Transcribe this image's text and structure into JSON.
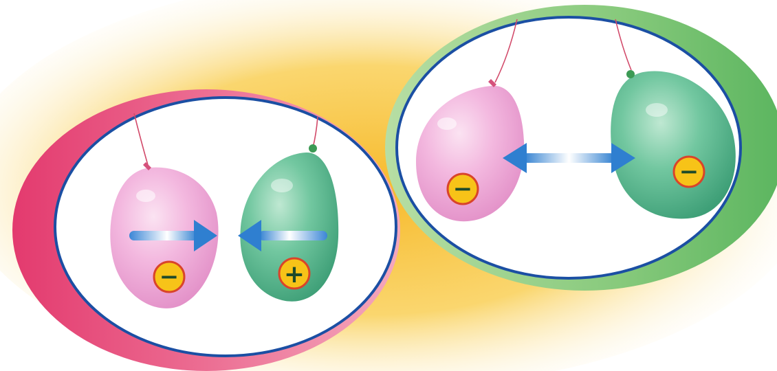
{
  "scenes": [
    {
      "name": "attraction",
      "ring_color": "#e8567f",
      "border_color": "#1b4fa3",
      "balloons": [
        {
          "color": "pink",
          "charge": "−"
        },
        {
          "color": "green",
          "charge": "+"
        }
      ],
      "arrow_style": "inward"
    },
    {
      "name": "repulsion",
      "ring_color": "#7cc47a",
      "border_color": "#1b4fa3",
      "balloons": [
        {
          "color": "pink",
          "charge": "−"
        },
        {
          "color": "green",
          "charge": "−"
        }
      ],
      "arrow_style": "outward"
    }
  ],
  "colors": {
    "background_glow": "#f7c23b",
    "balloon_pink": "#f2a7d6",
    "balloon_green": "#5fbf96",
    "arrow": "#2f7fd0",
    "badge_fill": "#f7c318",
    "badge_ring": "#d9442a",
    "sign": "#1e4a2a"
  }
}
